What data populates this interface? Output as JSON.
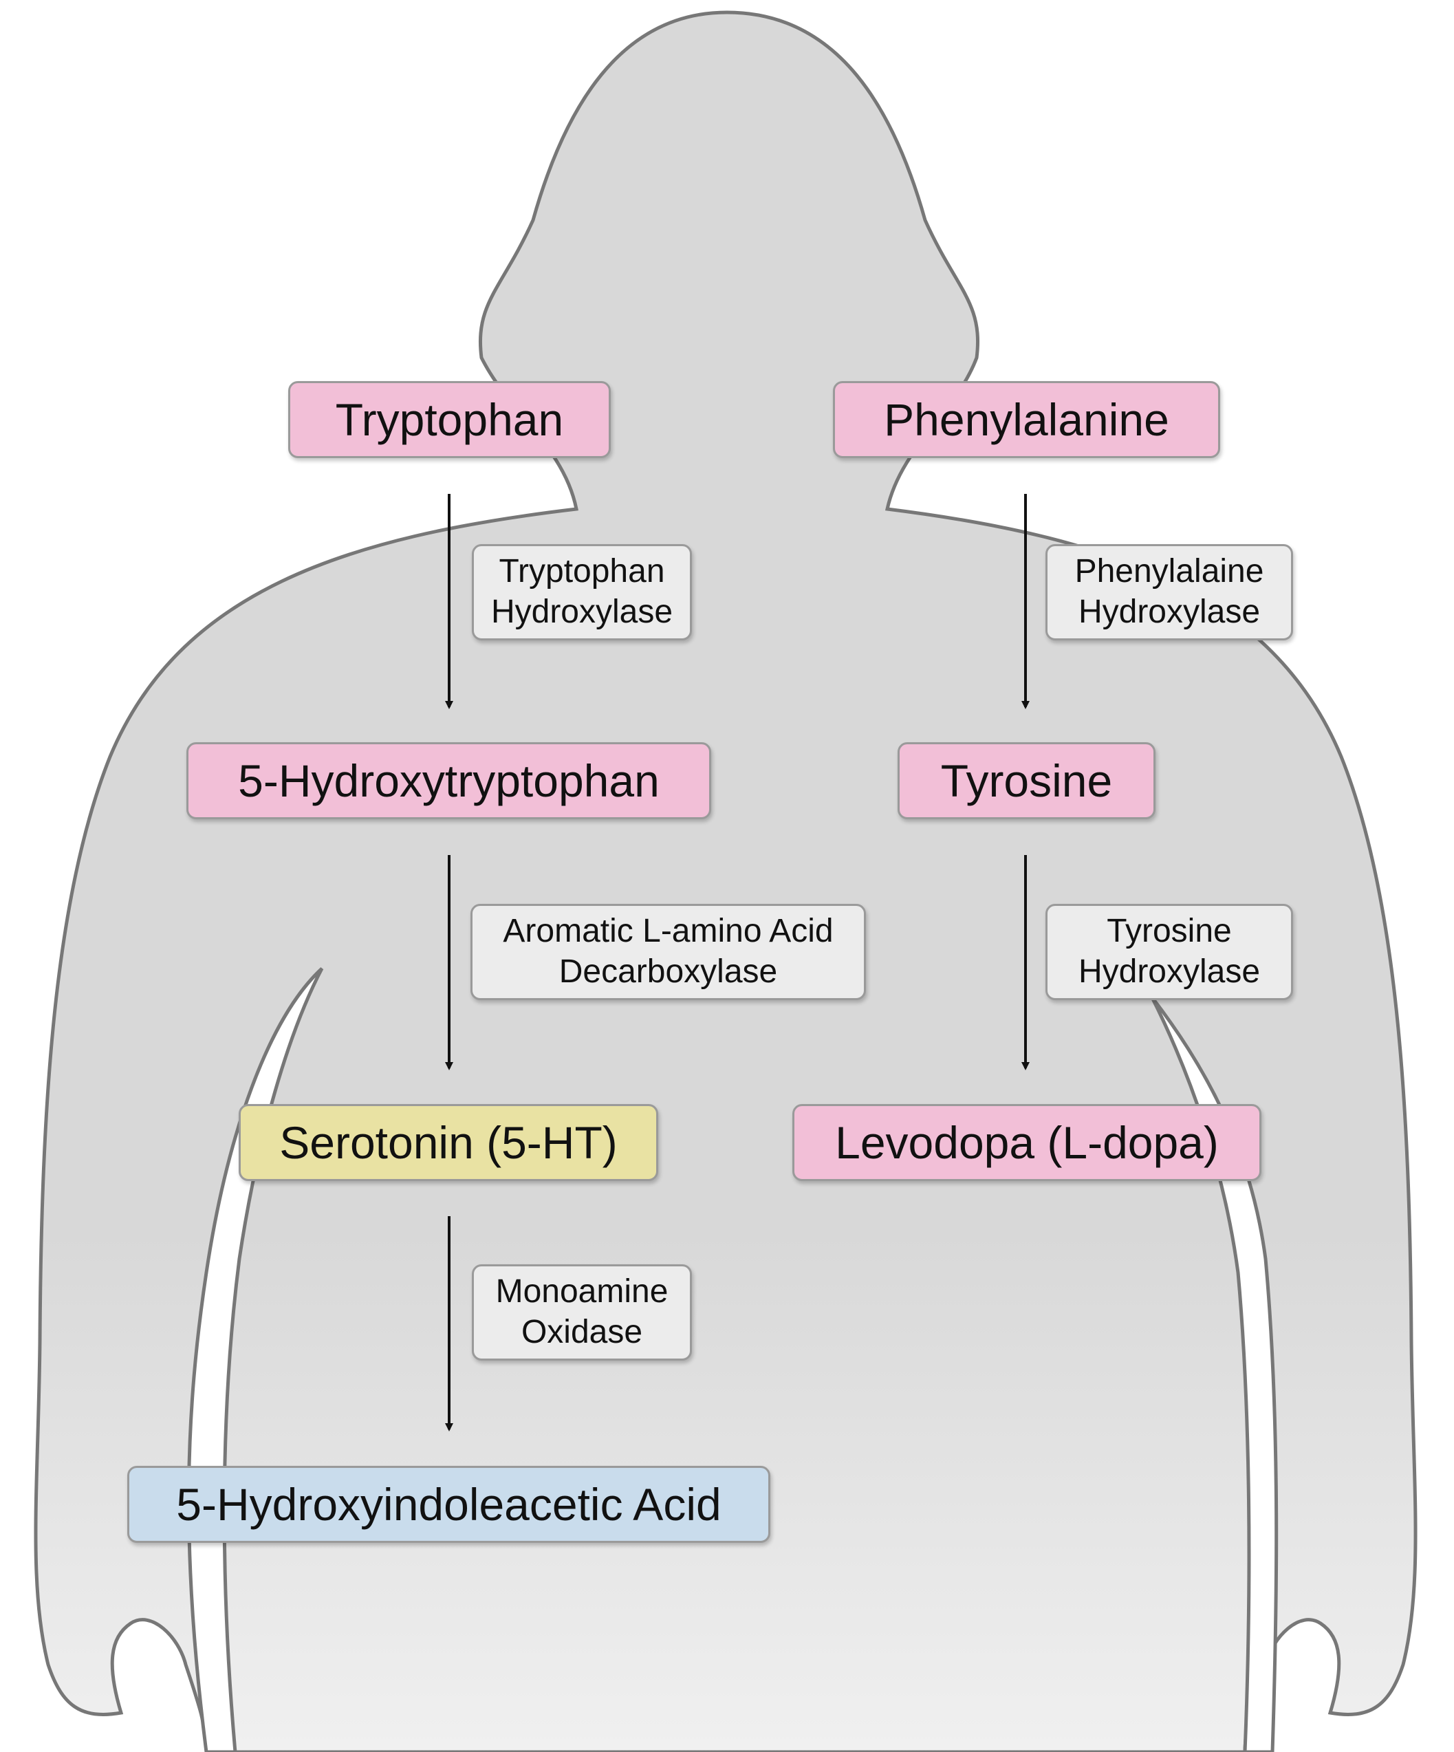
{
  "colors": {
    "background": "#ffffff",
    "silhouette_fill_top": "#d8d8d8",
    "silhouette_fill_bottom": "#f0f0f0",
    "silhouette_outline": "#777777",
    "amino_acid_fill": "#f2bfd7",
    "serotonin_fill": "#e9e2a3",
    "acid_fill": "#c9dcec",
    "enzyme_fill": "#ececec",
    "arrow": "#111111"
  },
  "left_pathway": {
    "tryptophan": "Tryptophan",
    "tryptophan_hydroxylase": "Tryptophan\nHydroxylase",
    "hydroxytryptophan": "5-Hydroxytryptophan",
    "aromatic_decarboxylase": "Aromatic L-amino Acid\nDecarboxylase",
    "serotonin": "Serotonin (5-HT)",
    "monoamine_oxidase": "Monoamine\nOxidase",
    "hiaa": "5-Hydroxyindoleacetic Acid"
  },
  "right_pathway": {
    "phenylalanine": "Phenylalanine",
    "phenylalanine_hydroxylase": "Phenylalaine\nHydroxylase",
    "tyrosine": "Tyrosine",
    "tyrosine_hydroxylase": "Tyrosine\nHydroxylase",
    "levodopa": "Levodopa (L-dopa)"
  }
}
